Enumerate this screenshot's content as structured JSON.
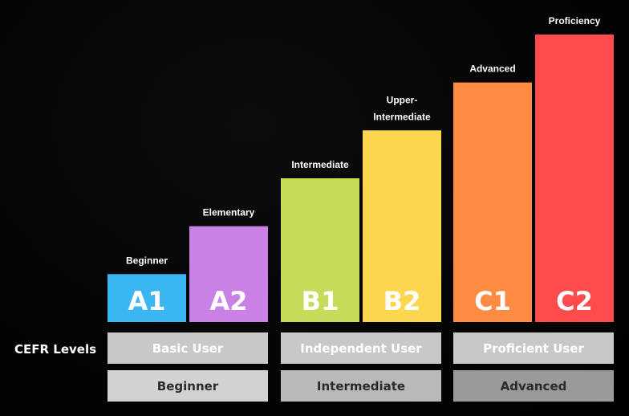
{
  "chart_data": {
    "type": "bar",
    "row_label": "CEFR Levels",
    "categories": [
      "A1",
      "A2",
      "B1",
      "B2",
      "C1",
      "C2"
    ],
    "bar_labels": [
      [
        "Beginner"
      ],
      [
        "Elementary"
      ],
      [
        "Intermediate"
      ],
      [
        "Upper-",
        "Intermediate"
      ],
      [
        "Advanced"
      ],
      [
        "Proficiency"
      ]
    ],
    "values": [
      1,
      2,
      3,
      4,
      5,
      6
    ],
    "colors": [
      "#3ab6f2",
      "#c981e6",
      "#c5dc5b",
      "#fdd64f",
      "#ff8a42",
      "#ff4b4b"
    ],
    "groups": [
      {
        "user": "Basic User",
        "level": "Beginner"
      },
      {
        "user": "Independent User",
        "level": "Intermediate"
      },
      {
        "user": "Proficient User",
        "level": "Advanced"
      }
    ],
    "group_colors": {
      "user_box": "#c8c8c8",
      "user_text": "#ffffff",
      "level_boxes": [
        "#d2d2d2",
        "#b9b9b9",
        "#9a9a9a"
      ],
      "level_text": "#2a2a2a"
    }
  }
}
